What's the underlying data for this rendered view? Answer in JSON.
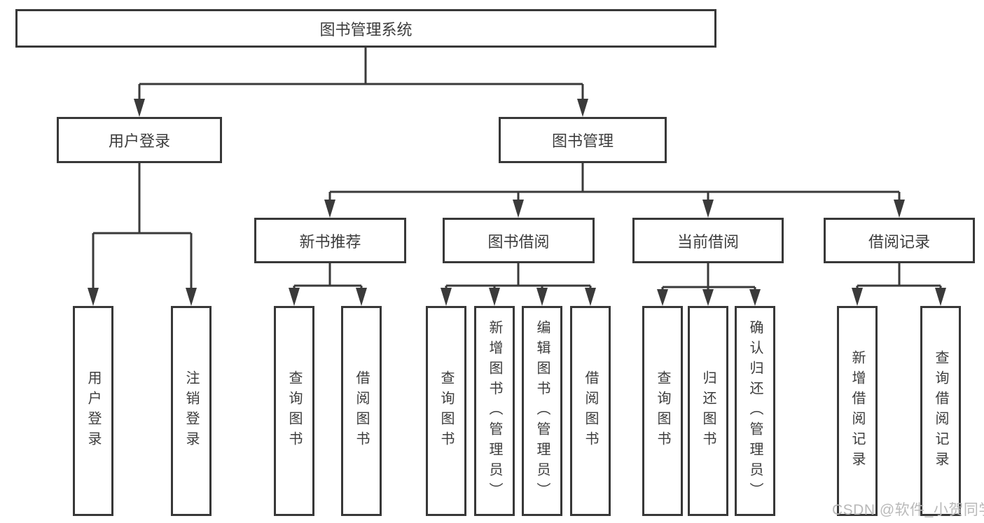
{
  "colors": {
    "line": "#3a3a3a",
    "border": "#383838",
    "text": "#3c3c3c",
    "background": "#ffffff",
    "watermark_text": "#b9b9b9"
  },
  "tree": {
    "root": {
      "label": "图书管理系统"
    },
    "branches": [
      {
        "label": "用户登录",
        "children": [
          {
            "label": "用户登录"
          },
          {
            "label": "注销登录"
          }
        ]
      },
      {
        "label": "图书管理",
        "children": [
          {
            "label": "新书推荐",
            "children": [
              {
                "label": "查询图书"
              },
              {
                "label": "借阅图书"
              }
            ]
          },
          {
            "label": "图书借阅",
            "children": [
              {
                "label": "查询图书"
              },
              {
                "label": "新增图书（管理员）"
              },
              {
                "label": "编辑图书（管理员）"
              },
              {
                "label": "借阅图书"
              }
            ]
          },
          {
            "label": "当前借阅",
            "children": [
              {
                "label": "查询图书"
              },
              {
                "label": "归还图书"
              },
              {
                "label": "确认归还（管理员）"
              }
            ]
          },
          {
            "label": "借阅记录",
            "children": [
              {
                "label": "新增借阅记录"
              },
              {
                "label": "查询借阅记录"
              }
            ]
          }
        ]
      }
    ]
  },
  "watermark": {
    "text": "CSDN @软件_小贺同学"
  }
}
